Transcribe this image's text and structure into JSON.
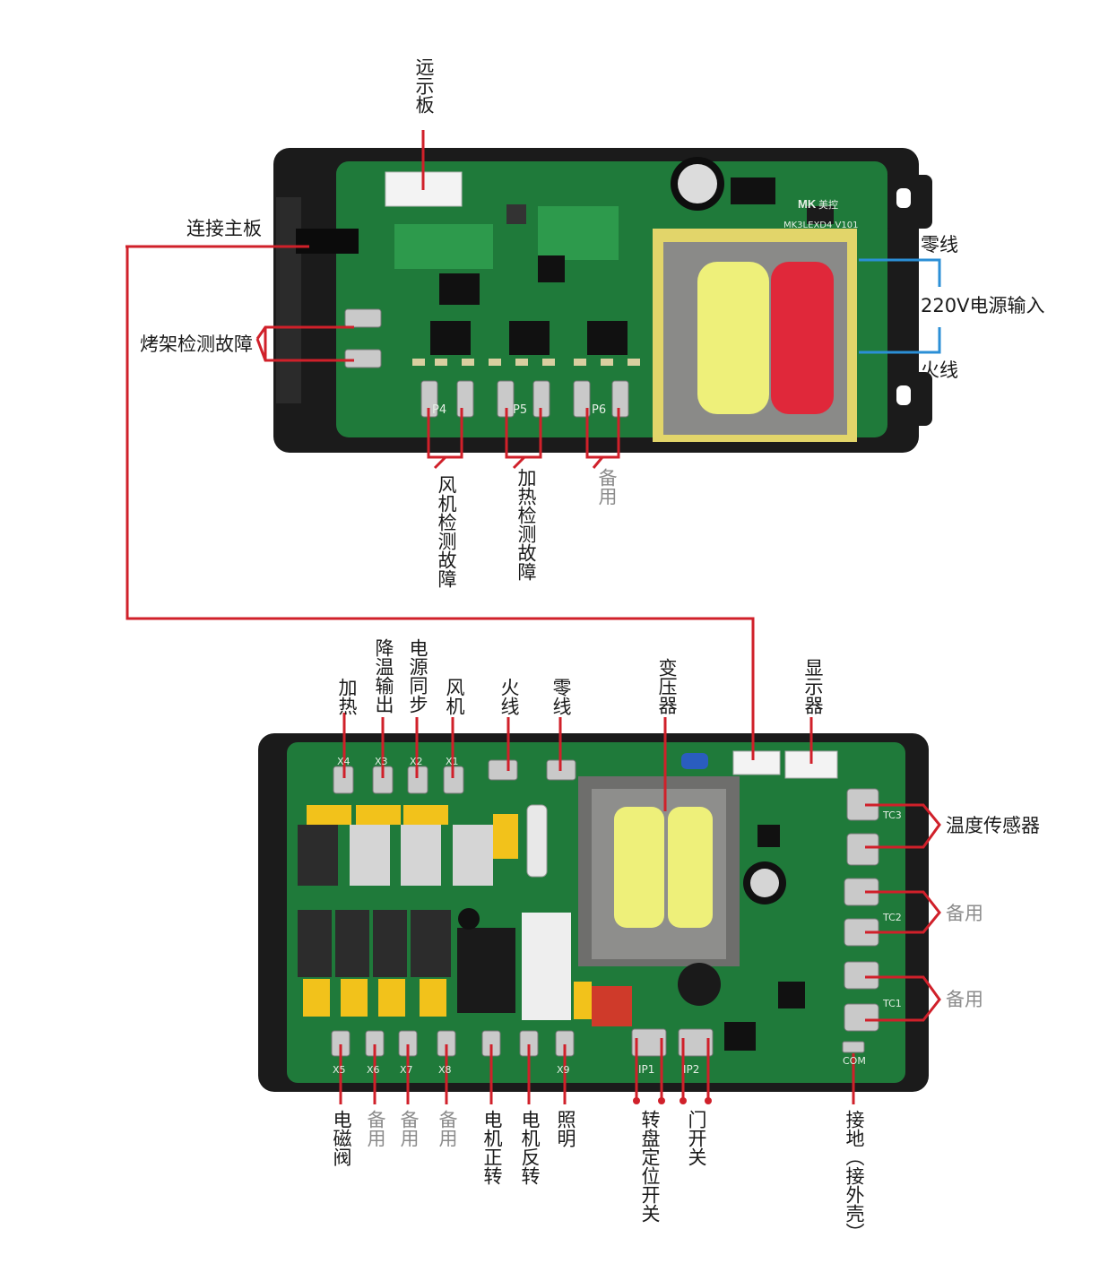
{
  "top_board": {
    "model_text": "MK3LEXD4 V101",
    "brand_text": "美控",
    "labels": {
      "remote_board": "远示板",
      "connect_main": "连接主板",
      "rack_fault": "烤架检测故障",
      "neutral": "零线",
      "power_input": "220V电源输入",
      "live": "火线",
      "fan_fault": "风机检测故障",
      "heat_fault": "加热检测故障",
      "spare": "备用"
    },
    "connectors": [
      "P4",
      "P5",
      "P6"
    ]
  },
  "bottom_board": {
    "top_labels": {
      "heat": "加热",
      "cool_out": "降温输出",
      "power_sync": "电源同步",
      "fan": "风机",
      "live": "火线",
      "neutral": "零线",
      "transformer": "变压器",
      "display": "显示器"
    },
    "right_labels": {
      "temp_sensor": "温度传感器",
      "spare1": "备用",
      "spare2": "备用"
    },
    "bottom_labels": {
      "solenoid": "电磁阀",
      "spare_a": "备用",
      "spare_b": "备用",
      "spare_c": "备用",
      "motor_fwd": "电机正转",
      "motor_rev": "电机反转",
      "light": "照明",
      "turntable": "转盘定位开关",
      "door": "门开关",
      "ground": "接地（接外壳）"
    },
    "silk": [
      "X4",
      "X3",
      "X2",
      "X1",
      "X5",
      "X6",
      "X7",
      "X8",
      "X9",
      "IP1",
      "IP2",
      "TC3",
      "TC2",
      "TC1",
      "COM"
    ]
  },
  "colors": {
    "pcb": "#1f7a3a",
    "case": "#1b1b1b",
    "leader_red": "#d0202a",
    "leader_blue": "#2b8fd6",
    "transformer_yellow": "#eef07a",
    "transformer_red": "#e0283a"
  }
}
